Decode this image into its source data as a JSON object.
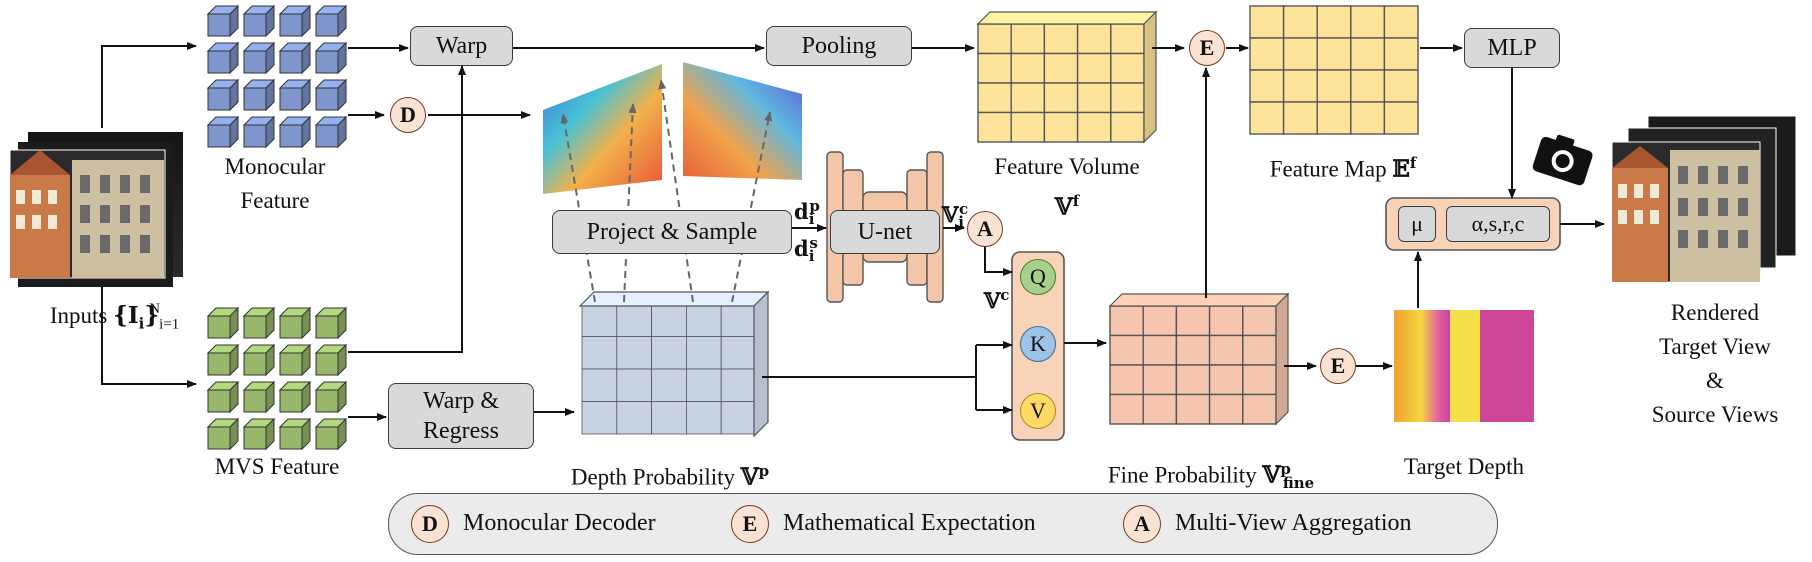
{
  "inputs_label": "Inputs",
  "inputs_math": "{I",
  "inputs_sub": "i",
  "inputs_close": "}",
  "inputs_sub2": "i=1",
  "inputs_sup": "N",
  "monocular_feature": "Monocular Feature",
  "mvs_feature": "MVS Feature",
  "warp": "Warp",
  "pooling": "Pooling",
  "warp_regress": "Warp & Regress",
  "project_sample": "Project & Sample",
  "unet": "U-net",
  "mlp": "MLP",
  "feature_volume": "Feature Volume",
  "feature_volume_sym": "𝕍",
  "feature_volume_sup": "f",
  "feature_map": "Feature Map",
  "feature_map_sym": "𝔼",
  "feature_map_sup": "f",
  "depth_probability": "Depth Probability",
  "depth_probability_sym": "𝕍",
  "depth_probability_sup": "p",
  "fine_probability": "Fine Probability",
  "fine_probability_sym": "𝕍",
  "fine_probability_sup": "p",
  "fine_probability_sub": "fine",
  "target_depth": "Target Depth",
  "rendered": [
    "Rendered",
    "Target View",
    "&",
    "Source Views"
  ],
  "d_sym": "d",
  "d_p_sup": "p",
  "d_s_sup": "s",
  "d_sub": "i",
  "vic_sym": "𝕍",
  "vic_sup": "c",
  "vic_sub": "i",
  "vc_sym": "𝕍",
  "vc_sup": "c",
  "q": "Q",
  "k": "K",
  "v": "V",
  "mu": "μ",
  "params": "α,s,r,c",
  "op_D": "D",
  "op_E": "E",
  "op_A": "A",
  "legend": [
    {
      "symbol": "D",
      "text": "Monocular Decoder"
    },
    {
      "symbol": "E",
      "text": "Mathematical Expectation"
    },
    {
      "symbol": "A",
      "text": "Multi-View Aggregation"
    }
  ],
  "colors": {
    "mono_cube": "#7e96cc",
    "mvs_cube": "#97b86b",
    "feature_volume": "#fde49a",
    "feature_map": "#fde49a",
    "depth_prob": "#d8e2f3",
    "fine_prob": "#f5c6ad",
    "unet": "#f4c6a8",
    "gray_box": "#d9d9d9",
    "q": "#a8d08d",
    "k": "#9dc3e6",
    "v": "#ffd966"
  }
}
